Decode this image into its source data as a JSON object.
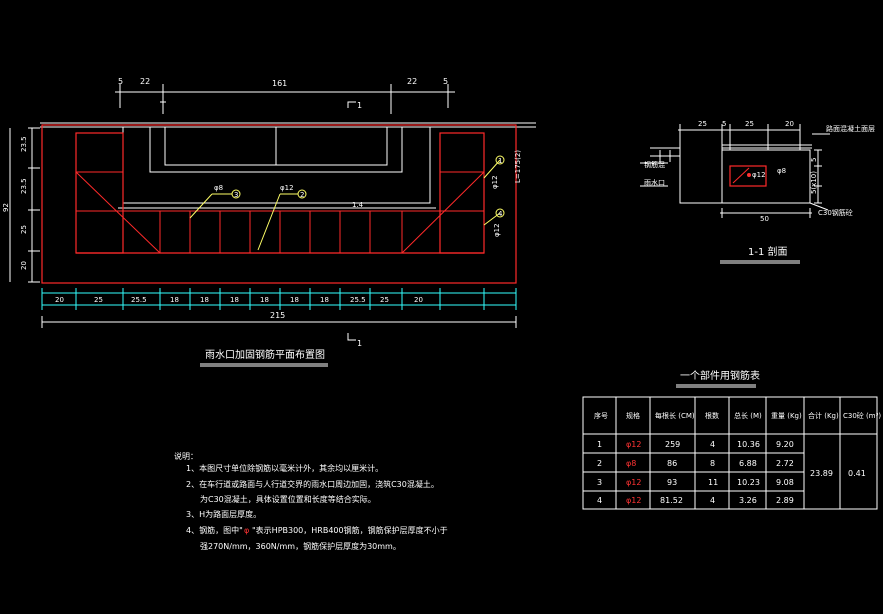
{
  "plan": {
    "title": "雨水口加固钢筋平面布置图",
    "top_dims": [
      "5",
      "22",
      "161",
      "22",
      "5"
    ],
    "bottom_dims": [
      "20",
      "25",
      "25.5",
      "18",
      "18",
      "18",
      "18",
      "18",
      "18",
      "25.5",
      "25",
      "20"
    ],
    "total_dim": "215",
    "left_dims": [
      "23.5",
      "23.5",
      "25",
      "20"
    ],
    "left_total": "92",
    "section_mark": "1",
    "rebar_labels": [
      "φ8",
      "φ12"
    ],
    "rebar_right_labels": [
      "φ12",
      "φ12"
    ],
    "rebar_numbers": [
      "3",
      "2",
      "1",
      "4"
    ],
    "right_note": "L=175(2)",
    "mid_note": "1.4"
  },
  "section": {
    "title": "1-1 剖面",
    "top_dims": [
      "25",
      "5",
      "25",
      "20"
    ],
    "bottom_dim": "50",
    "side_dims": [
      "5",
      "10"
    ],
    "side_note": "5(x10)",
    "labels": {
      "top_right": "路面混凝土面层",
      "bottom_right": "C30钢筋砼",
      "left_top": "钢筋混",
      "left_bottom": "雨水口",
      "rebar": "φ12",
      "rebar_num": "φ8"
    }
  },
  "notes": {
    "heading": "说明：",
    "lines": [
      "1、本图尺寸单位除钢筋以毫米计外，其余均以厘米计。",
      "2、在车行道或路面与人行道交界的雨水口周边加固，浇筑C30混凝土。",
      "为C30混凝土，具体设置位置和长度等结合实际。",
      "3、H为路面层厚度。",
      "4、钢筋，图中\"",
      "\"表示HPB300，HRB400钢筋，钢筋保护层厚度不小于",
      "强270N/mm，360N/mm，钢筋保护层厚度为30mm。"
    ],
    "marker": "φ"
  },
  "table": {
    "title": "一个部件用钢筋表",
    "headers": [
      "序号",
      "规格",
      "每根长 (CM)",
      "根数",
      "总长 (M)",
      "重量 (Kg)",
      "合计 (Kg)",
      "C30砼 (m³)"
    ],
    "rows": [
      [
        "1",
        "φ12",
        "259",
        "4",
        "10.36",
        "9.20"
      ],
      [
        "2",
        "φ8",
        "86",
        "8",
        "6.88",
        "2.72"
      ],
      [
        "3",
        "φ12",
        "93",
        "11",
        "10.23",
        "9.08"
      ],
      [
        "4",
        "φ12",
        "81.52",
        "4",
        "3.26",
        "2.89"
      ]
    ],
    "total_kg": "23.89",
    "concrete": "0.41"
  }
}
